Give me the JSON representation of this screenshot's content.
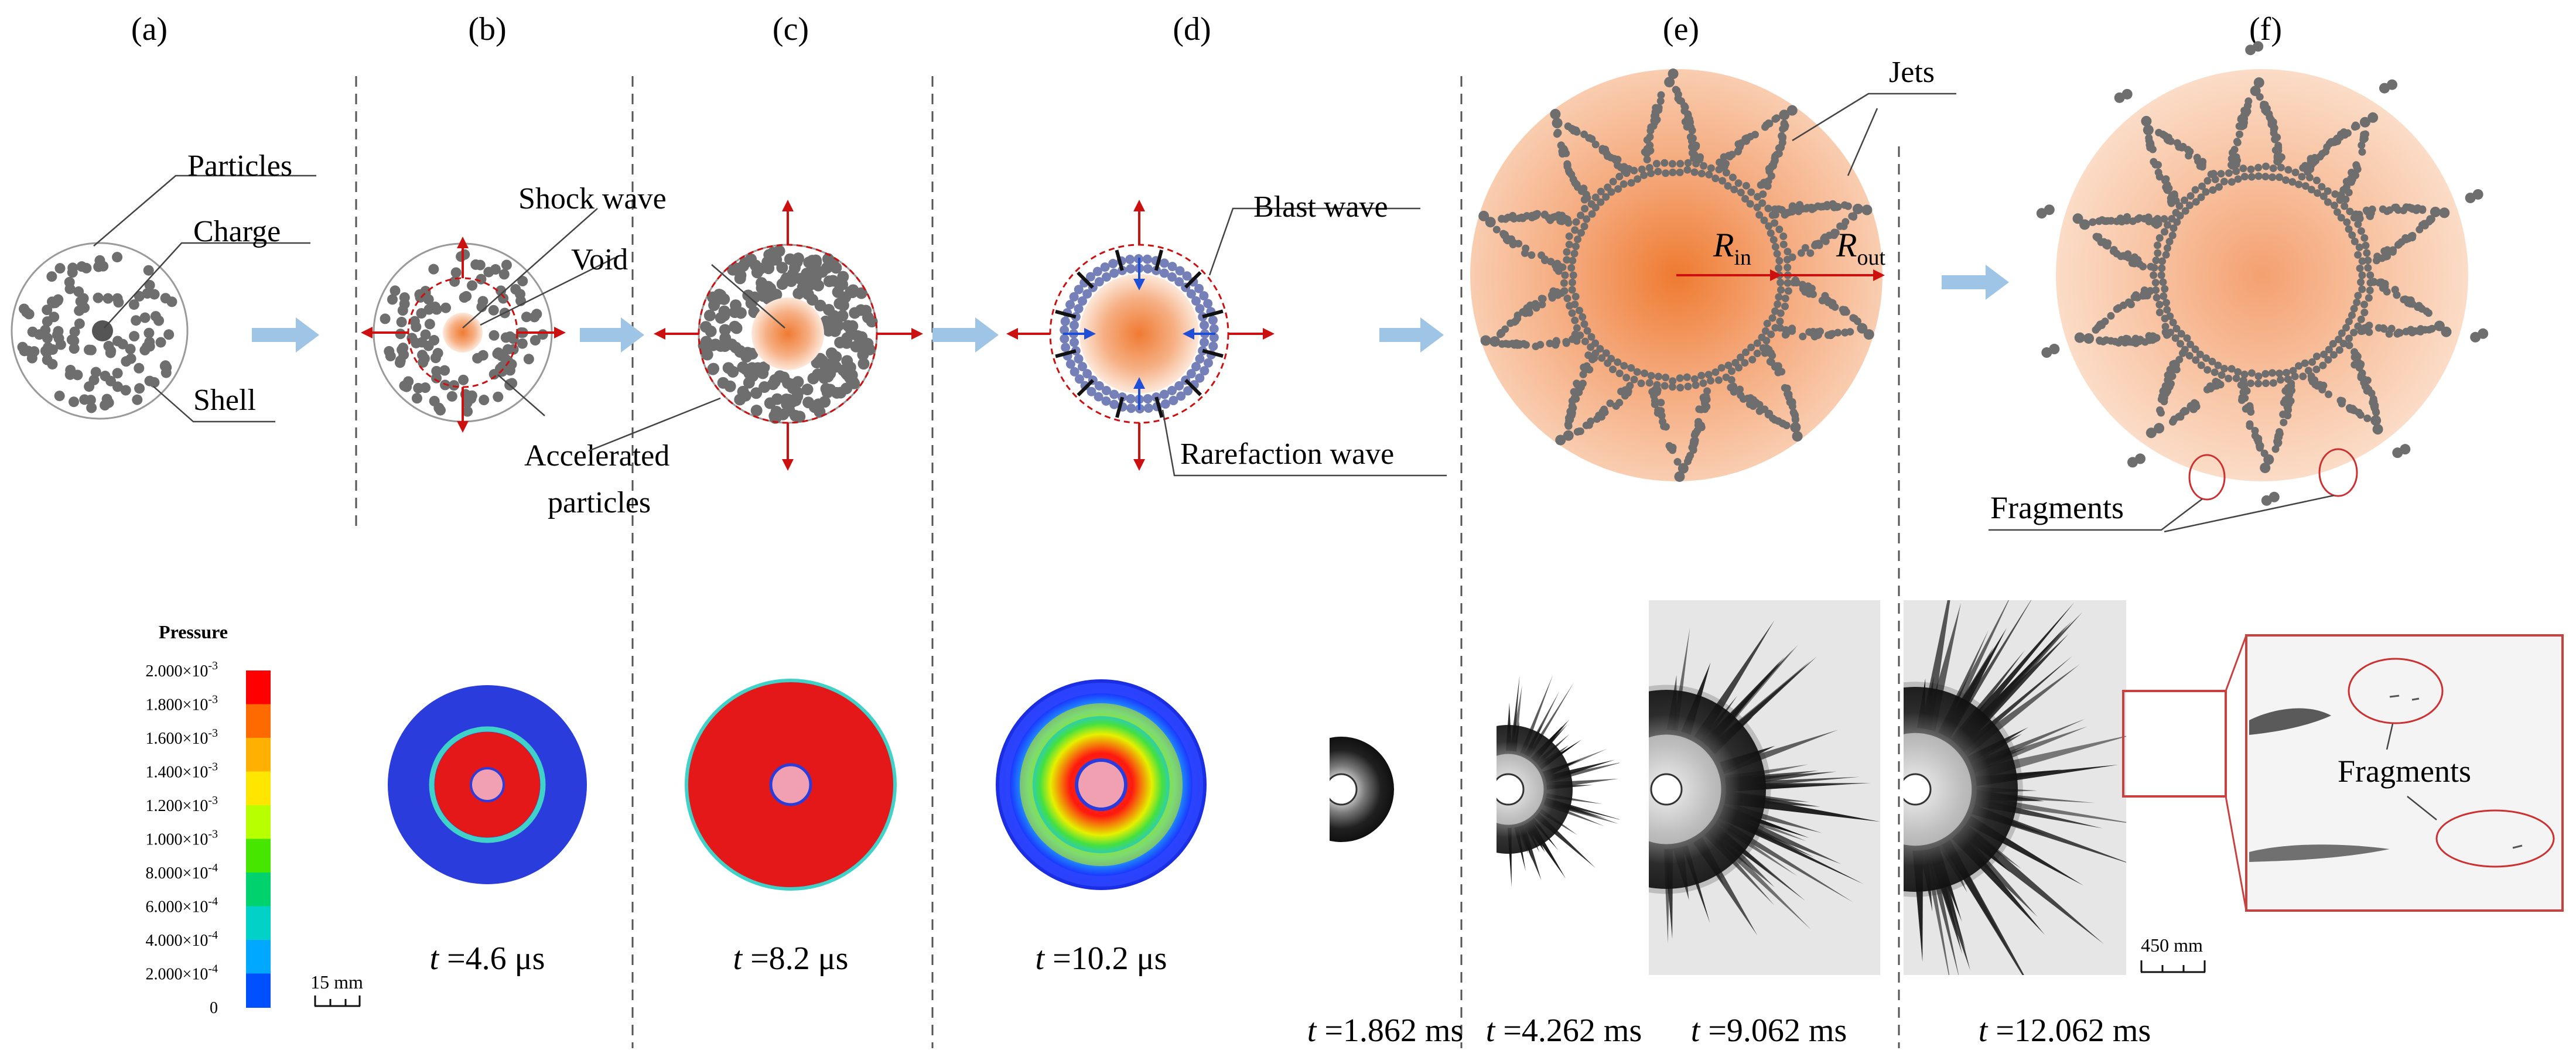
{
  "panels": {
    "a": "(a)",
    "b": "(b)",
    "c": "(c)",
    "d": "(d)",
    "e": "(e)",
    "f": "(f)"
  },
  "labels": {
    "particles": "Particles",
    "charge": "Charge",
    "shell": "Shell",
    "shock_wave": "Shock wave",
    "void": "Void",
    "accelerated_1": "Accelerated",
    "accelerated_2": "particles",
    "blast_wave": "Blast wave",
    "rarefaction_wave": "Rarefaction wave",
    "jets": "Jets",
    "r_in_main": "R",
    "r_in_sub": "in",
    "r_out_main": "R",
    "r_out_sub": "out",
    "fragments_top": "Fragments",
    "fragments_bottom": "Fragments"
  },
  "legend": {
    "title": "Pressure",
    "ticks": [
      {
        "mant": "2.000",
        "exp": "-3"
      },
      {
        "mant": "1.800",
        "exp": "-3"
      },
      {
        "mant": "1.600",
        "exp": "-3"
      },
      {
        "mant": "1.400",
        "exp": "-3"
      },
      {
        "mant": "1.200",
        "exp": "-3"
      },
      {
        "mant": "1.000",
        "exp": "-3"
      },
      {
        "mant": "8.000",
        "exp": "-4"
      },
      {
        "mant": "6.000",
        "exp": "-4"
      },
      {
        "mant": "4.000",
        "exp": "-4"
      },
      {
        "mant": "2.000",
        "exp": "-4"
      },
      {
        "mant": "0",
        "exp": ""
      }
    ],
    "colors": [
      "#ff0000",
      "#ff6a00",
      "#ffb000",
      "#ffe600",
      "#b8ff00",
      "#46e600",
      "#00d26e",
      "#00d2c8",
      "#00a8ff",
      "#0050ff",
      "#0000e6"
    ]
  },
  "scales": {
    "sim": "15 mm",
    "exp": "450 mm"
  },
  "times": {
    "sim_b": {
      "var": "t",
      "val": " =4.6 μs"
    },
    "sim_c": {
      "var": "t",
      "val": " =8.2 μs"
    },
    "sim_d": {
      "var": "t",
      "val": " =10.2 μs"
    },
    "exp_1": {
      "var": "t",
      "val": " =1.862 ms"
    },
    "exp_2": {
      "var": "t",
      "val": " =4.262 ms"
    },
    "exp_3": {
      "var": "t",
      "val": " =9.062 ms"
    },
    "exp_4": {
      "var": "t",
      "val": " =12.062 ms"
    }
  },
  "colors": {
    "arrow_blue": "#9ec4e6",
    "shock_red": "#cc1010",
    "particle_grey": "#6e6e6e",
    "fireball_center": "#f07a32",
    "fireball_edge": "#fbe2d2",
    "rarefaction_blue": "#1f4fd6",
    "zoom_box": "#c84040"
  }
}
